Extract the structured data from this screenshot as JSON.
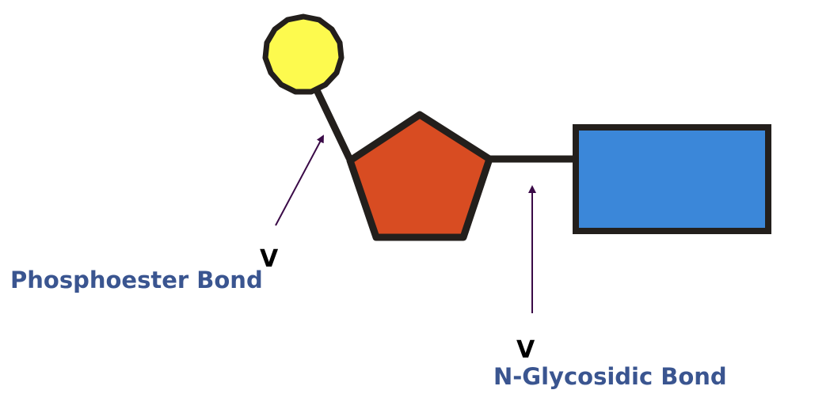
{
  "labels": {
    "phosphoester": "Phosphoester Bond",
    "n_glycosidic": "N-Glycosidic Bond",
    "v_mark": "V"
  },
  "colors": {
    "phosphate": "#fdfa4e",
    "sugar": "#d84c22",
    "base": "#3b87d9",
    "outline": "#231f1c",
    "arrow": "#3a0a47",
    "label": "#3a5590"
  }
}
